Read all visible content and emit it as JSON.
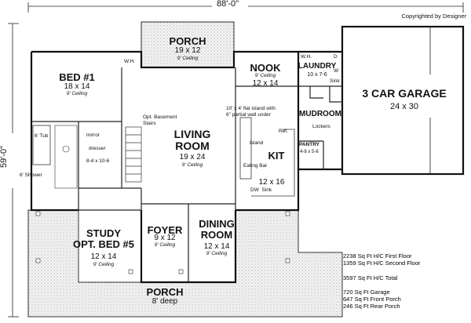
{
  "overall": {
    "width_label": "88'-0\"",
    "depth_label": "59'-0\""
  },
  "copyright": "Copyrighted by Designer",
  "rooms": {
    "porch_rear": {
      "name": "PORCH",
      "dims": "19 x 12",
      "ceiling": "9' Ceiling"
    },
    "bed1": {
      "name": "BED #1",
      "dims": "18 x 14",
      "ceiling": "9' Ceiling"
    },
    "nook": {
      "name": "NOOK",
      "ceiling": "9' Ceiling",
      "dims": "12 x 14"
    },
    "laundry": {
      "name": "LAUNDRY",
      "dims": "10 x 7-6"
    },
    "garage": {
      "name": "3 CAR GARAGE",
      "dims": "24 x 30"
    },
    "living": {
      "name": "LIVING\nROOM",
      "dims": "19 x 24",
      "ceiling": "9' Ceiling"
    },
    "mudroom": {
      "name": "MUDROOM"
    },
    "kit": {
      "name": "KIT",
      "dims": "12 x 16"
    },
    "study": {
      "name": "STUDY\nOPT. BED #5",
      "dims": "12 x 14",
      "ceiling": "9' Ceiling"
    },
    "foyer": {
      "name": "FOYER",
      "dims": "9 x 12",
      "ceiling": "9' Ceiling"
    },
    "dining": {
      "name": "DINING\nROOM",
      "dims": "12 x 14",
      "ceiling": "9' Ceiling"
    },
    "porch_front": {
      "name": "PORCH",
      "depth": "8' deep"
    }
  },
  "notes": {
    "wh1": "W.H.",
    "wh2": "W.H.",
    "d": "D",
    "w": "W",
    "sink_laundry": "Sink",
    "basement": "Opt. Basement\nStairs",
    "island_note": "10' x 4' flat island with\n6\" partial wall under",
    "island": "Island",
    "eating_bar": "Eating Bar",
    "ref": "Ref.",
    "dw_sink": "DW  Sink",
    "lockers": "Lockers",
    "pantry": "PANTRY",
    "pantry_dims": "4-8 x 5-6",
    "mirror": "mirror",
    "dresser": "dresser",
    "closet_dims": "8-4 x 10-6",
    "tub": "6' Tub",
    "shower": "6' Shower"
  },
  "stats": {
    "first_floor": "2238 Sq Ft H/C First Floor",
    "second_floor": "1359 Sq Ft H/C Second Floor",
    "total": "3597 Sq Ft H/C Total",
    "garage": "720 Sq Ft Garage",
    "front_porch": "647 Sq Ft Front Porch",
    "rear_porch": "246 Sq Ft Rear Porch"
  }
}
